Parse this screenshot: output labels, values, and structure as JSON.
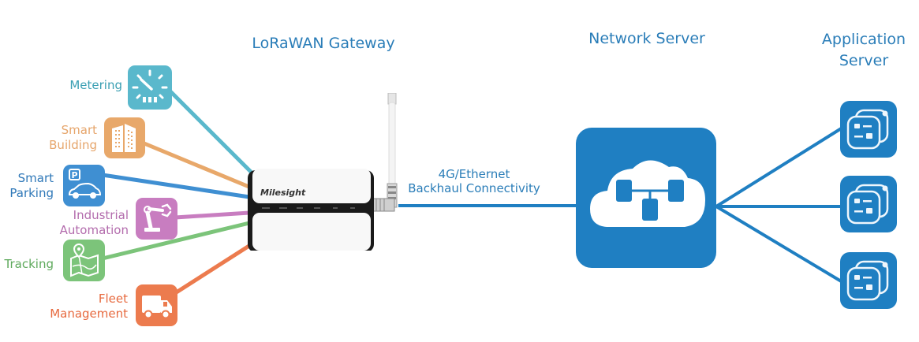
{
  "headings": {
    "gateway": "LoRaWAN Gateway",
    "network_server": "Network Server",
    "application_server": [
      "Application",
      "Server"
    ]
  },
  "backhaul": [
    "4G/Ethernet",
    "Backhaul Connectivity"
  ],
  "gateway_device": {
    "brand": "Milesight",
    "led_count": 6
  },
  "applications": [
    {
      "id": "metering",
      "lines": [
        "Metering"
      ],
      "icon": "gauge-icon",
      "color": "#5ab8cc"
    },
    {
      "id": "smart-building",
      "lines": [
        "Smart",
        "Building"
      ],
      "icon": "building-icon",
      "color": "#e8a86a"
    },
    {
      "id": "smart-parking",
      "lines": [
        "Smart",
        "Parking"
      ],
      "icon": "parking-car-icon",
      "color": "#3f8fd2"
    },
    {
      "id": "industrial-automation",
      "lines": [
        "Industrial",
        "Automation"
      ],
      "icon": "robot-arm-icon",
      "color": "#c87dc0"
    },
    {
      "id": "tracking",
      "lines": [
        "Tracking"
      ],
      "icon": "map-pin-icon",
      "color": "#7cc47a"
    },
    {
      "id": "fleet-management",
      "lines": [
        "Fleet",
        "Management"
      ],
      "icon": "truck-icon",
      "color": "#ec7b4e"
    }
  ],
  "colors": {
    "primary_blue": "#1f7fc2",
    "heading_blue": "#2a7db8"
  },
  "app_servers": [
    {
      "icon": "app-server-icon"
    },
    {
      "icon": "app-server-icon"
    },
    {
      "icon": "app-server-icon"
    }
  ]
}
